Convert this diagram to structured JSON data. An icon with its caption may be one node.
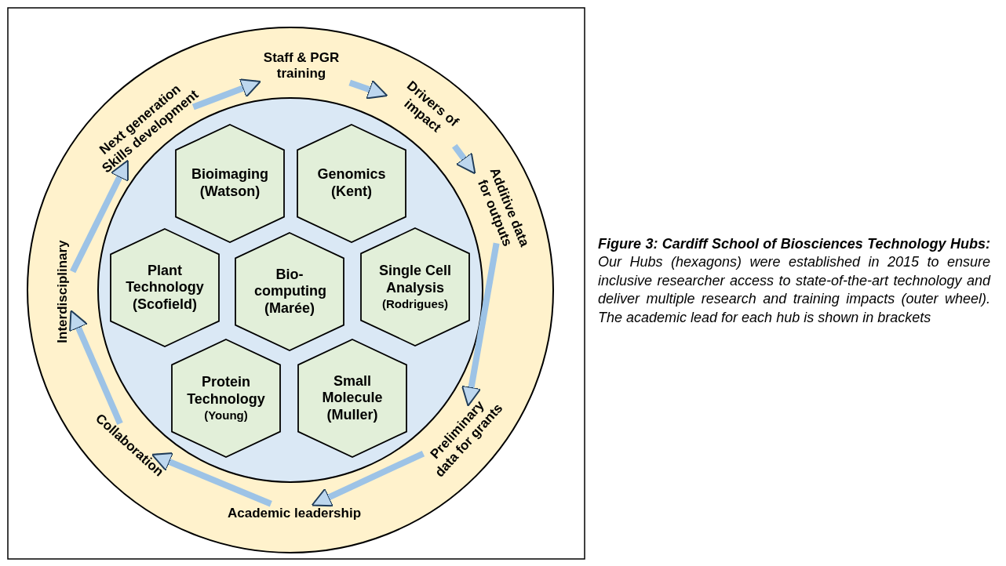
{
  "diagram": {
    "caption": "**Figure 3: Cardiff School of Biosciences Technology Hubs:** Our Hubs (hexagons) were established in 2015 to ensure inclusive researcher access to state-of-the-art technology and deliver multiple research and training impacts (outer wheel). The academic lead for each hub is shown in brackets",
    "nodes": [
      {
        "text": [
          "Bioimaging",
          "(Watson)"
        ]
      },
      {
        "text": [
          "Genomics",
          "(Kent)"
        ]
      },
      {
        "text": [
          "Plant Technology",
          "(Scofield)"
        ]
      },
      {
        "text": [
          "Bio-computing",
          "(Marée)"
        ]
      },
      {
        "text": [
          "Single Cell Analysis",
          "(Rodrigues)"
        ]
      },
      {
        "text": [
          "Protein Technology",
          "(Young)"
        ]
      },
      {
        "text": [
          "Small Molecule",
          "(Muller)"
        ]
      },
      {
        "text": [
          "Staff & PGR training"
        ]
      },
      {
        "text": [
          "Drivers of impact"
        ]
      },
      {
        "text": [
          "Additive data for outputs"
        ]
      },
      {
        "text": [
          "Preliminary data for grants"
        ]
      },
      {
        "text": [
          "Academic leadership"
        ]
      },
      {
        "text": [
          "Collaboration"
        ]
      },
      {
        "text": [
          "Interdisciplinary"
        ]
      },
      {
        "text": [
          "Next generation Skills development"
        ]
      }
    ],
    "edges": [
      {
        "from": 7,
        "to": 8,
        "arrow": "to"
      },
      {
        "from": 8,
        "to": 9,
        "arrow": "to"
      },
      {
        "from": 9,
        "to": 10,
        "arrow": "to"
      },
      {
        "from": 10,
        "to": 11,
        "arrow": "to"
      },
      {
        "from": 11,
        "to": 12,
        "arrow": "to"
      },
      {
        "from": 12,
        "to": 13,
        "arrow": "to"
      },
      {
        "from": 13,
        "to": 14,
        "arrow": "to"
      },
      {
        "from": 14,
        "to": 7,
        "arrow": "to"
      }
    ]
  }
}
